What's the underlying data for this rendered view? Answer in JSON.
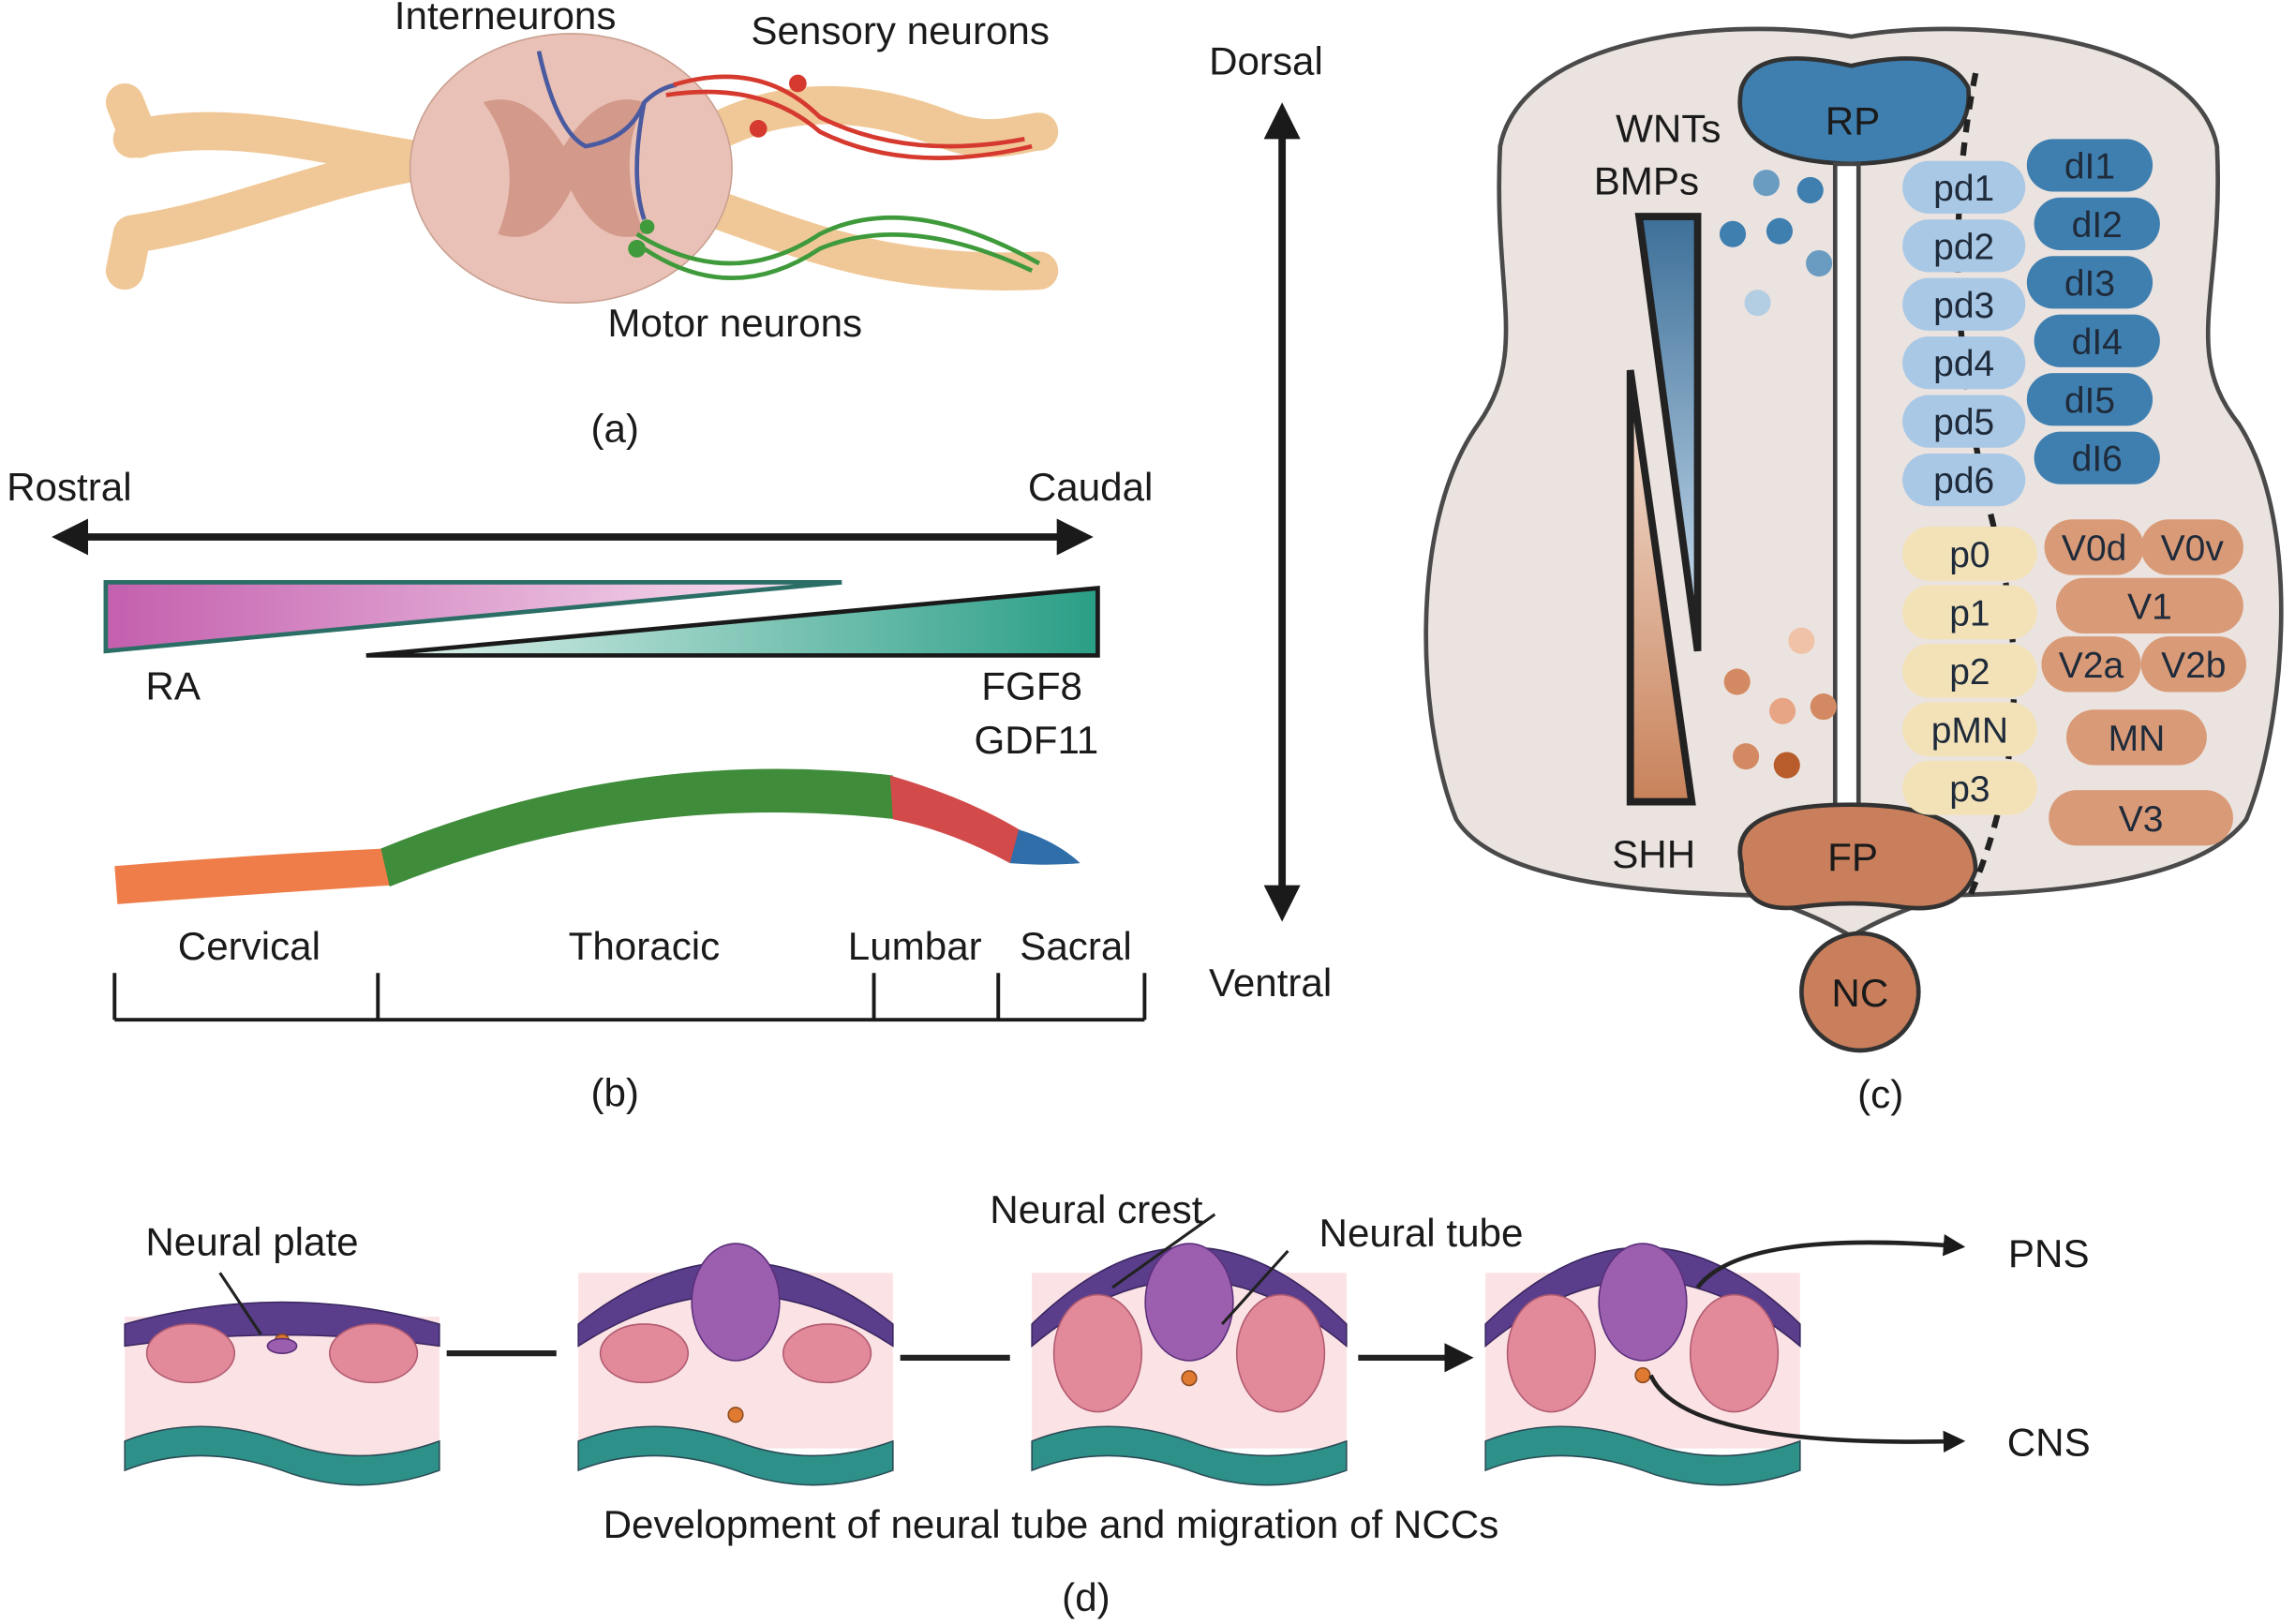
{
  "panel_a": {
    "caption": "(a)",
    "labels": {
      "interneurons": "Interneurons",
      "sensory": "Sensory neurons",
      "motor": "Motor neurons"
    }
  },
  "panel_b": {
    "caption": "(b)",
    "axis": {
      "left": "Rostral",
      "right": "Caudal"
    },
    "gradients": {
      "ra": "RA",
      "fgf8": "FGF8",
      "gdf11": "GDF11"
    },
    "regions": [
      "Cervical",
      "Thoracic",
      "Lumbar",
      "Sacral"
    ]
  },
  "axis_dv": {
    "top": "Dorsal",
    "bottom": "Ventral"
  },
  "panel_c": {
    "caption": "(c)",
    "roof_plate": "RP",
    "floor_plate": "FP",
    "notochord": "NC",
    "dorsal_signals": [
      "WNTs",
      "BMPs"
    ],
    "ventral_signal": "SHH",
    "progenitors_dorsal": [
      "pd1",
      "pd2",
      "pd3",
      "pd4",
      "pd5",
      "pd6"
    ],
    "neurons_dorsal": [
      "dI1",
      "dI2",
      "dI3",
      "dI4",
      "dI5",
      "dI6"
    ],
    "progenitors_ventral": [
      "p0",
      "p1",
      "p2",
      "pMN",
      "p3"
    ],
    "neurons_ventral": [
      "V0d",
      "V0v",
      "V1",
      "V2a",
      "V2b",
      "MN",
      "V3"
    ],
    "colors": {
      "dorsal": "#3f7fb0",
      "dorsal_light": "#a9c8e6",
      "ventral": "#d99a78",
      "ventral_light": "#f3e2b8",
      "tissue": "#ebe3df"
    }
  },
  "panel_d": {
    "caption": "(d)",
    "title": "Development of neural tube and migration of NCCs",
    "labels": {
      "neural_plate": "Neural plate",
      "neural_crest": "Neural crest",
      "neural_tube": "Neural tube",
      "pns": "PNS",
      "cns": "CNS"
    }
  }
}
